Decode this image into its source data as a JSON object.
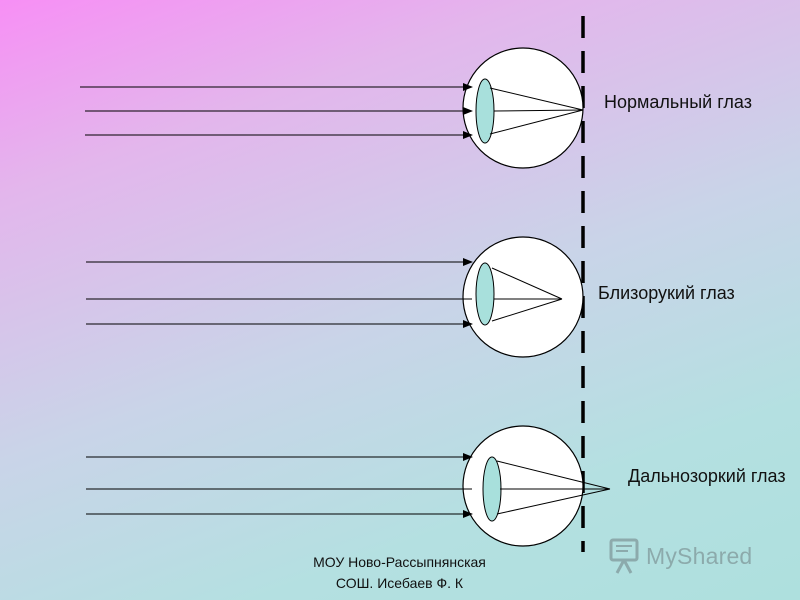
{
  "labels": {
    "normal": "Нормальный глаз",
    "myopic": "Близорукий глаз",
    "hyperopic": "Дальнозоркий глаз"
  },
  "footer": {
    "line1": "МОУ Ново-Рассыпнянская",
    "line2": "СОШ. Исебаев Ф. К"
  },
  "watermark": {
    "text": "MyShared"
  },
  "colors": {
    "background_top_left": "#f78ff5",
    "background_bottom_right": "#aee0de",
    "lens": "#a8e0dc",
    "eyeball": "#ffffff",
    "stroke": "#000000"
  }
}
